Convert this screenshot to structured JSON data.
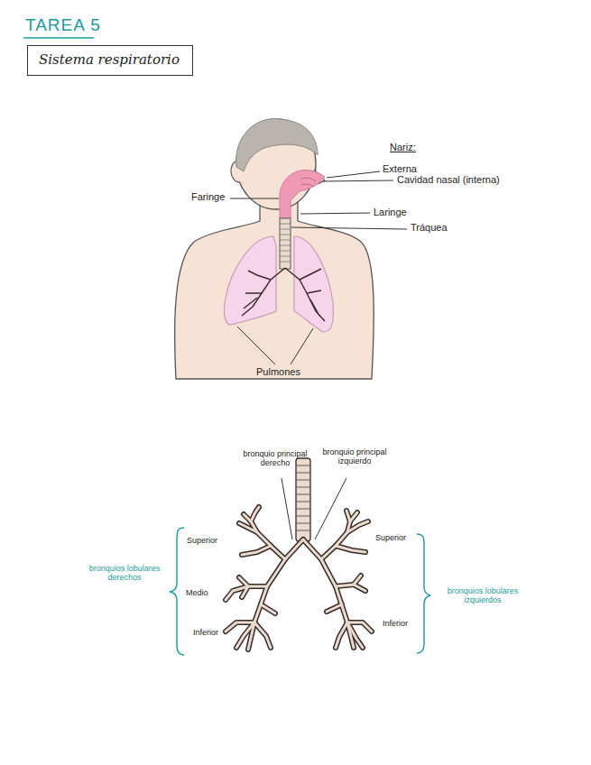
{
  "diagram": {
    "title": "TAREA 5",
    "nodes": [
      {
        "text": [
          "Sistema respiratorio"
        ]
      }
    ],
    "labels": [
      "Nariz:",
      "Externa",
      "Cavidad nasal (interna)",
      "Faringe",
      "Laringe",
      "Tráquea",
      "Pulmones",
      "bronquio principal derecho",
      "bronquio principal izquierdo",
      "Superior",
      "Medio",
      "Inferior",
      "Superior",
      "Inferior",
      "bronquios lobulares derechos",
      "bronquios lobulares izquierdos"
    ]
  }
}
